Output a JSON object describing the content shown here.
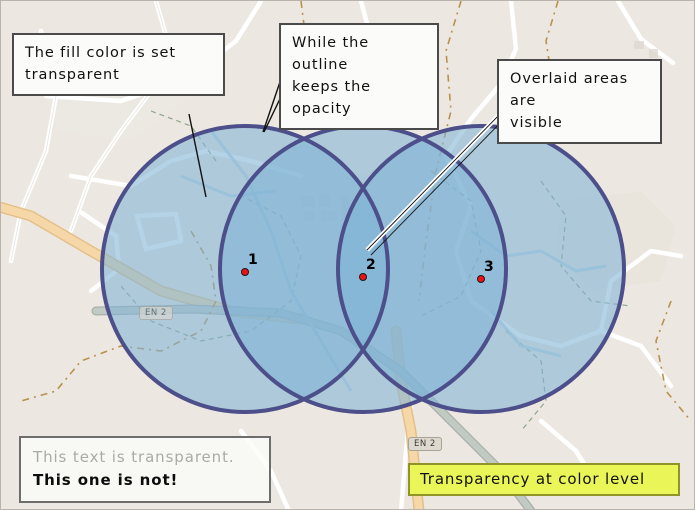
{
  "figure": {
    "title": "Transparency at color level",
    "background_color": "#ece8e1",
    "border_color": "#b8b4ac"
  },
  "callouts": [
    {
      "id": "fill",
      "text": "The fill color is set\ntransparent",
      "background": "#fbfbf9",
      "border_color": "#4a4a4a"
    },
    {
      "id": "outline",
      "text": "While the outline\nkeeps the opacity",
      "background": "#fbfbf9",
      "border_color": "#4a4a4a"
    },
    {
      "id": "overlap",
      "text": "Overlaid areas are\nvisible",
      "background": "#fbfbf9",
      "border_color": "#4a4a4a"
    }
  ],
  "text_box": {
    "line_transparent": "This text is transparent.",
    "line_solid": "This one is not!",
    "transparent_color": "rgba(60,60,60,0.42)",
    "solid_color": "#0d0d0d",
    "border_color": "#6d6d6d"
  },
  "yellow_label": {
    "text": "Transparency at color level",
    "background": "#eaf557",
    "border_color": "#8f9427",
    "text_color": "#111111"
  },
  "markers": [
    {
      "label": "1",
      "color": "#ee1111"
    },
    {
      "label": "2",
      "color": "#ee1111"
    },
    {
      "label": "3",
      "color": "#ee1111"
    }
  ],
  "circles": {
    "fill_color": "#7fb3d5",
    "fill_opacity": "0.55",
    "outline_color": "#4c4f8a",
    "outline_opacity": "1.0",
    "outline_width": "4",
    "count": 3
  },
  "map": {
    "road_shields": [
      {
        "id": "left",
        "text": "EN 2"
      },
      {
        "id": "right",
        "text": "EN 2"
      }
    ],
    "colors": {
      "land": "#ece8e1",
      "primary_road": "#f6d7a8",
      "minor_road": "#ffffff",
      "trunk_road": "#b4bcb6",
      "trail_dashed": "#b9914f",
      "boundary_dashed": "#6f8f6a",
      "water": "#b6d4e4"
    }
  }
}
